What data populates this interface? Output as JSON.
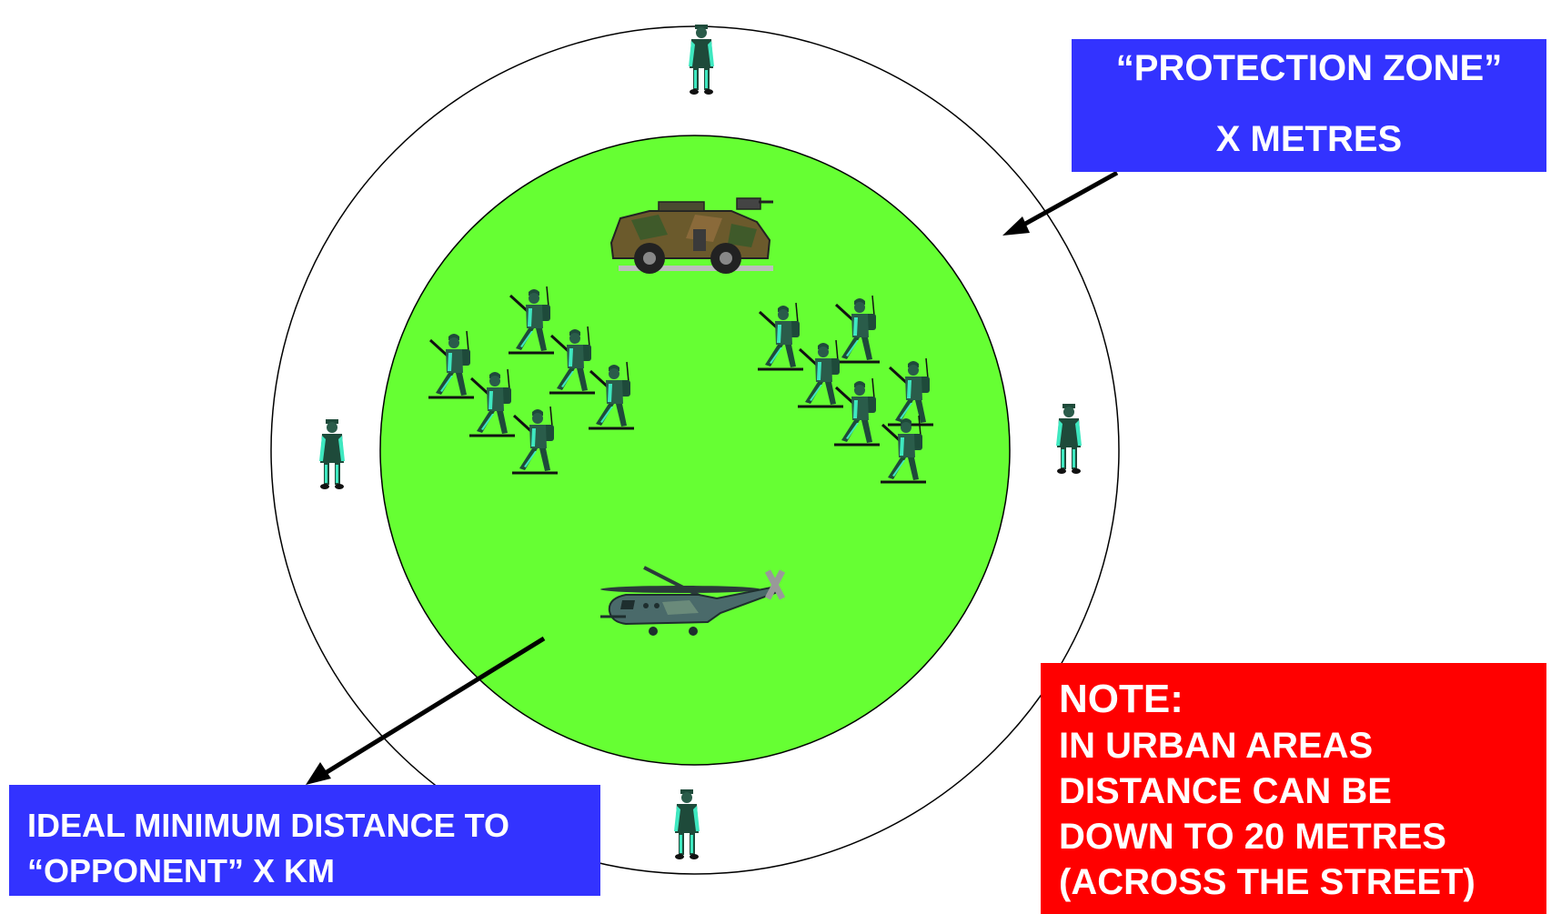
{
  "colors": {
    "inner_zone": "#66ff33",
    "label_blue": "#3333ff",
    "note_red": "#ff0000",
    "outline": "#000000",
    "soldier": "#1e4a3a",
    "soldier_highlight": "#3ee8c0"
  },
  "zone_label": {
    "line1": "“PROTECTION ZONE”",
    "line2": "X METRES"
  },
  "distance_label": {
    "line1": "IDEAL MINIMUM DISTANCE TO",
    "line2": "“OPPONENT” X KM"
  },
  "note": {
    "title": "NOTE:",
    "line1": "IN URBAN AREAS",
    "line2": "DISTANCE CAN BE",
    "line3": "DOWN TO 20 METRES",
    "line4": "(ACROSS THE STREET)"
  },
  "icons": {
    "sentry": "standing-guard-icon",
    "infantry": "advancing-soldier-icon",
    "vehicle": "armored-vehicle-icon",
    "helicopter": "transport-helicopter-icon"
  }
}
